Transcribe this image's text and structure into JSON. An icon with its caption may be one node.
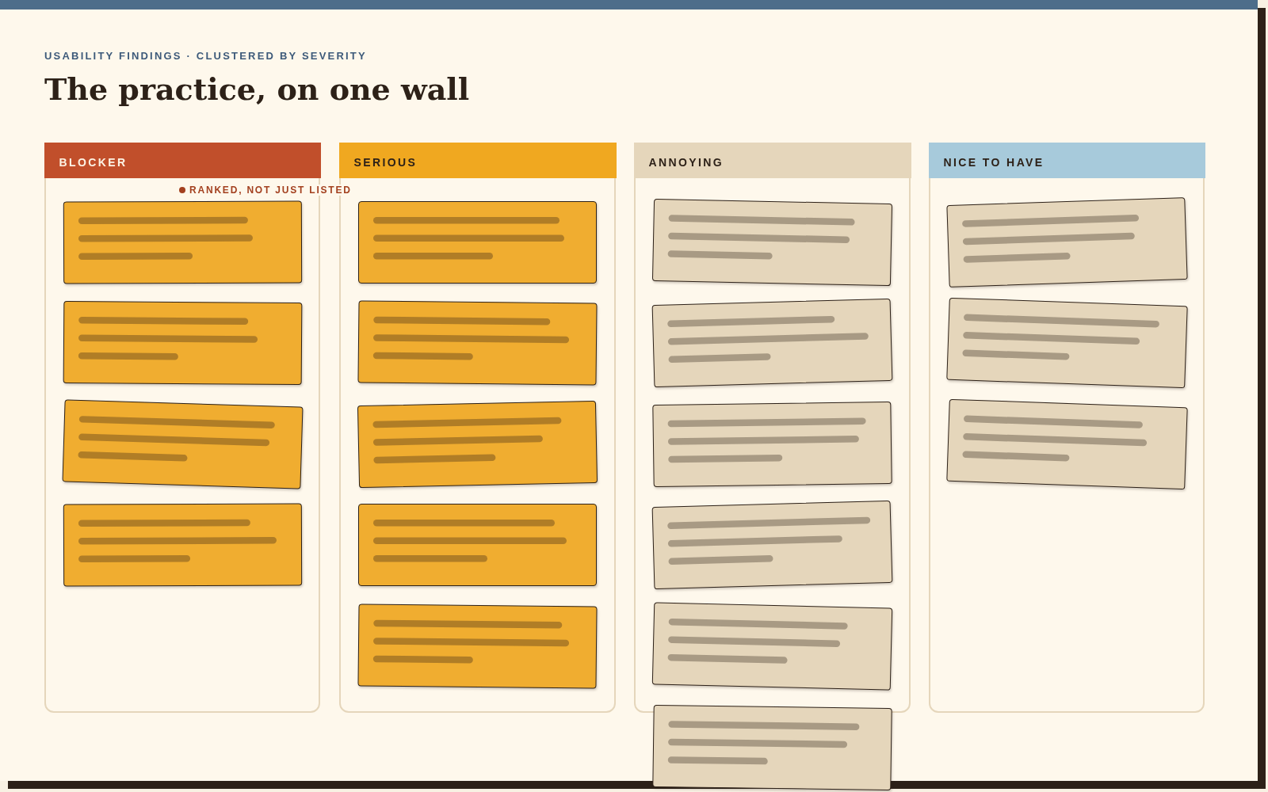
{
  "diagram": {
    "title": "The practice, on one wall",
    "nodes": [
      {
        "text": [
          "BLOCKER"
        ]
      },
      {
        "text": [],
        "shape": "box",
        "in": 0
      },
      {
        "text": [],
        "shape": "box",
        "in": 0
      },
      {
        "text": [],
        "shape": "box",
        "in": 0
      },
      {
        "text": [],
        "shape": "box",
        "in": 0
      },
      {
        "text": [
          "SERIOUS"
        ]
      },
      {
        "text": [],
        "shape": "box",
        "in": 5
      },
      {
        "text": [],
        "shape": "box",
        "in": 5
      },
      {
        "text": [],
        "shape": "box",
        "in": 5
      },
      {
        "text": [],
        "shape": "box",
        "in": 5
      },
      {
        "text": [],
        "shape": "box",
        "in": 5
      },
      {
        "text": [
          "ANNOYING"
        ]
      },
      {
        "text": [],
        "shape": "box",
        "in": 11
      },
      {
        "text": [],
        "shape": "box",
        "in": 11
      },
      {
        "text": [],
        "shape": "box",
        "in": 11
      },
      {
        "text": [],
        "shape": "box",
        "in": 11
      },
      {
        "text": [],
        "shape": "box",
        "in": 11
      },
      {
        "text": [],
        "shape": "box"
      },
      {
        "text": [
          "NICE TO HAVE"
        ]
      },
      {
        "text": [],
        "shape": "box",
        "in": 18
      },
      {
        "text": [],
        "shape": "box",
        "in": 18
      },
      {
        "text": [],
        "shape": "box",
        "in": 18
      }
    ],
    "labels": [
      "USABILITY FINDINGS · CLUSTERED BY SEVERITY",
      "RANKED, NOT JUST LISTED"
    ]
  }
}
